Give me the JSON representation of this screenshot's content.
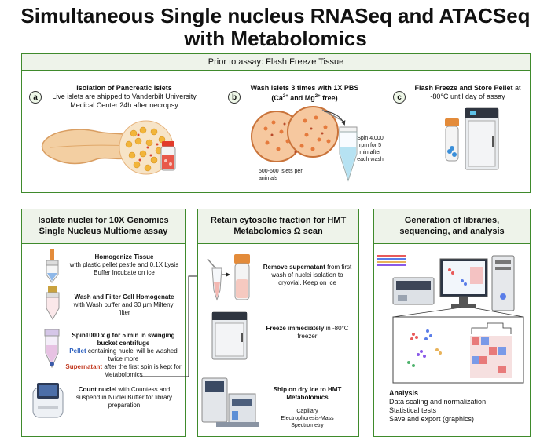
{
  "title_line1": "Simultaneous Single nucleus RNASeq and ATACSeq",
  "title_line2": "with Metabolomics",
  "top_panel": {
    "header": "Prior to assay: Flash Freeze Tissue",
    "step_a": {
      "badge": "a",
      "title": "Isolation of Pancreatic Islets",
      "text": "Live islets are shipped to Vanderbilt University Medical Center 24h after necropsy"
    },
    "step_b": {
      "badge": "b",
      "title_1": "Wash islets 3 times with 1X PBS",
      "title_2_pre": "(Ca",
      "sup1": "2+",
      "title_2_mid": " and Mg",
      "sup2": "2+",
      "title_2_post": " free)",
      "islets_label": "500-600 islets per animals",
      "spin_label": "Spin 4,000 rpm for 5 min after each wash"
    },
    "step_c": {
      "badge": "c",
      "title_bold": "Flash Freeze and Store Pellet",
      "title_rest": " at -80°C until day of assay"
    }
  },
  "left_panel": {
    "header": "Isolate nuclei for 10X Genomics Single Nucleus Multiome assay",
    "s1_bold": "Homogenize Tissue",
    "s1_text": "with plastic pellet pestle and 0.1X Lysis Buffer Incubate on ice",
    "s2_bold": "Wash and Filter Cell Homogenate",
    "s2_text": " with Wash buffer and 30 µm Miltenyi filter",
    "s3_bold": "Spin1000 x g for 5 min in swinging bucket centrifuge",
    "s3_pellet": "Pellet",
    "s3_text1": " containing nuclei will be washed twice more",
    "s3_super": "Supernatant",
    "s3_text2": " after the first spin is kept for Metabolomics",
    "s4_bold": "Count nuclei",
    "s4_text": " with Countess and suspend in Nuclei Buffer for library preparation"
  },
  "middle_panel": {
    "header": "Retain cytosolic fraction for HMT Metabolomics Ω scan",
    "m1_bold": "Remove supernatant",
    "m1_text": " from first wash of nuclei isolation to cryovial. Keep on ice",
    "m2_bold": "Freeze immediately",
    "m2_text": " in -80°C freezer",
    "m3_bold": "Ship on dry ice to HMT Metabolomics",
    "m3_text": "Capillary Electrophoresis-Mass Spectrometry"
  },
  "right_panel": {
    "header": "Generation of libraries, sequencing, and analysis",
    "analysis_title": "Analysis",
    "analysis_items": [
      "Data scaling and normalization",
      "Statistical tests",
      "Save and export (graphics)"
    ]
  },
  "colors": {
    "border_green": "#3f8a2c",
    "header_bg": "#eef3ea",
    "pellet_blue": "#2a5fbf",
    "supernatant_red": "#c23b22"
  }
}
